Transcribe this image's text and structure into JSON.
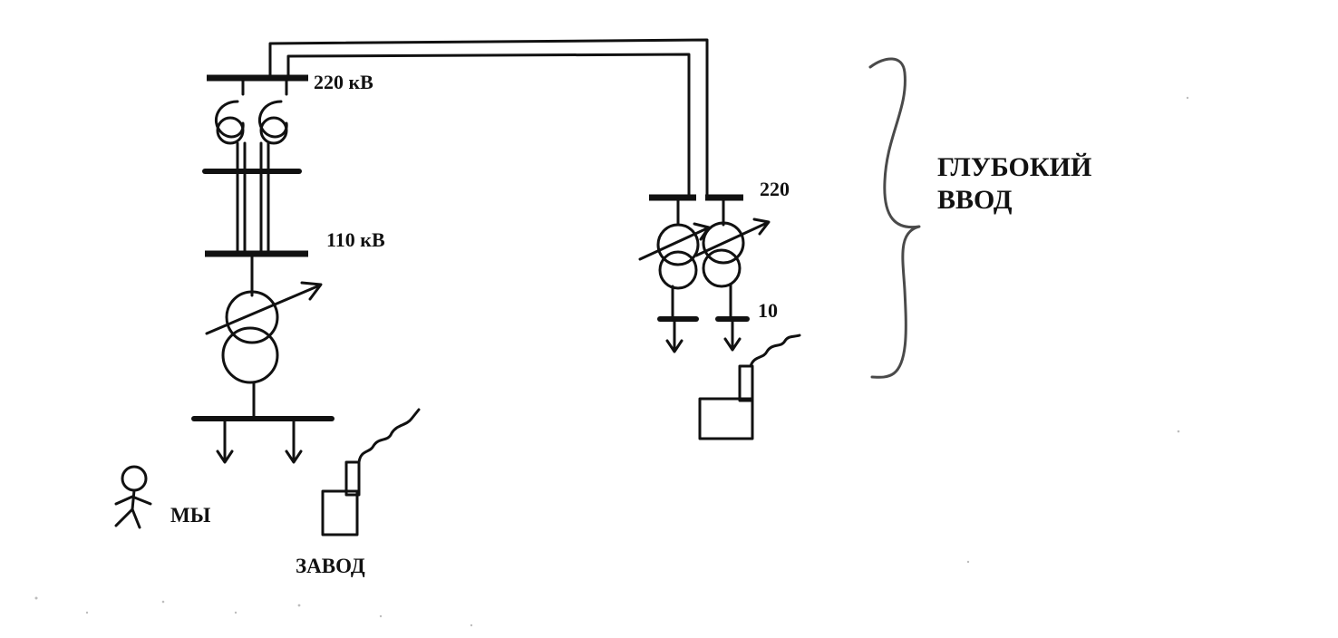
{
  "labels": {
    "v220_left": "220 кВ",
    "v110": "110 кВ",
    "v220_right": "220",
    "v10": "10",
    "my": "МЫ",
    "zavod": "ЗАВОД",
    "deep_entry_line1": "ГЛУБОКИЙ",
    "deep_entry_line2": "ВВОД"
  },
  "colors": {
    "ink": "#111111",
    "brace": "#4a4a4a",
    "background": "#ffffff"
  }
}
